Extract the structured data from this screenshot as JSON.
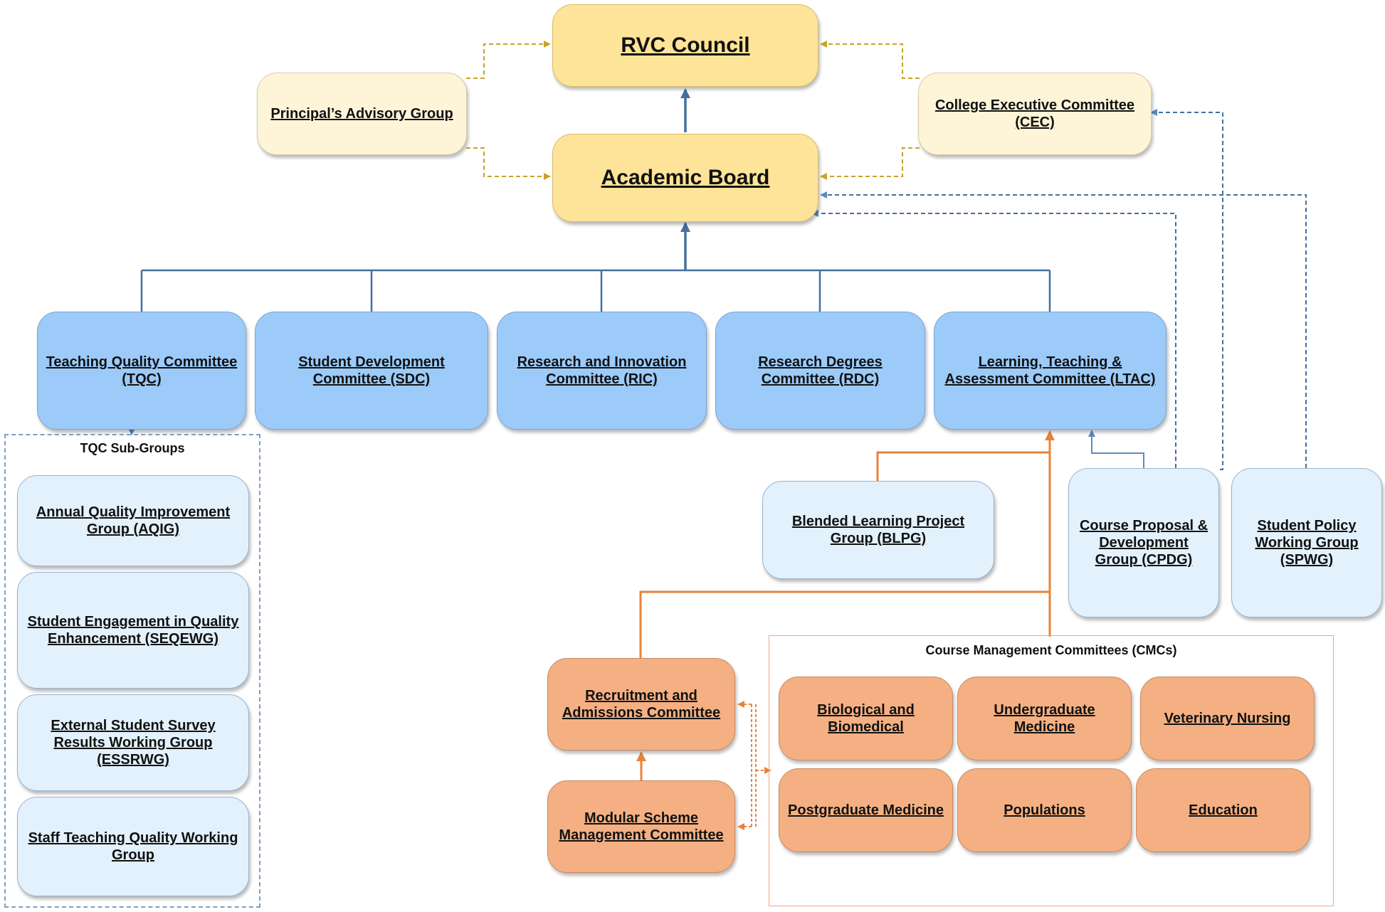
{
  "governance": {
    "rvc_council": "RVC Council",
    "academic_board": "Academic Board",
    "principals_advisory_group": "Principal’s Advisory Group",
    "college_executive_committee": "College Executive Committee (CEC)"
  },
  "committees": {
    "tqc": "Teaching Quality Committee (TQC)",
    "sdc": "Student Development Committee (SDC)",
    "ric": "Research and Innovation Committee (RIC)",
    "rdc": "Research Degrees Committee (RDC)",
    "ltac": "Learning, Teaching & Assessment Committee (LTAC)"
  },
  "tqc_subgroups": {
    "title": "TQC Sub-Groups",
    "items": [
      "Annual Quality Improvement Group (AQIG)",
      "Student Engagement in Quality Enhancement (SEQEWG)",
      "External Student Survey Results Working Group (ESSRWG)",
      "Staff Teaching Quality Working Group"
    ]
  },
  "ltac_groups": {
    "blpg": "Blended Learning Project Group (BLPG)",
    "cpdg": "Course Proposal & Development Group (CPDG)",
    "spwg": "Student Policy Working Group (SPWG)",
    "rac": "Recruitment and Admissions Committee",
    "msmc": "Modular Scheme Management Committee"
  },
  "cmcs": {
    "title": "Course Management Committees (CMCs)",
    "items": [
      "Biological and Biomedical",
      "Undergraduate Medicine",
      "Veterinary Nursing",
      "Postgraduate Medicine",
      "Populations",
      "Education"
    ]
  },
  "colors": {
    "governance_fill": "#fde498",
    "advisory_fill": "#fef5d9",
    "committee_fill": "#9ccbfa",
    "subgroup_fill": "#e3f1fd",
    "cmc_fill": "#f4b083",
    "gold_connector": "#c9a227",
    "blue_connector": "#44709e",
    "orange_connector": "#e8833a"
  }
}
